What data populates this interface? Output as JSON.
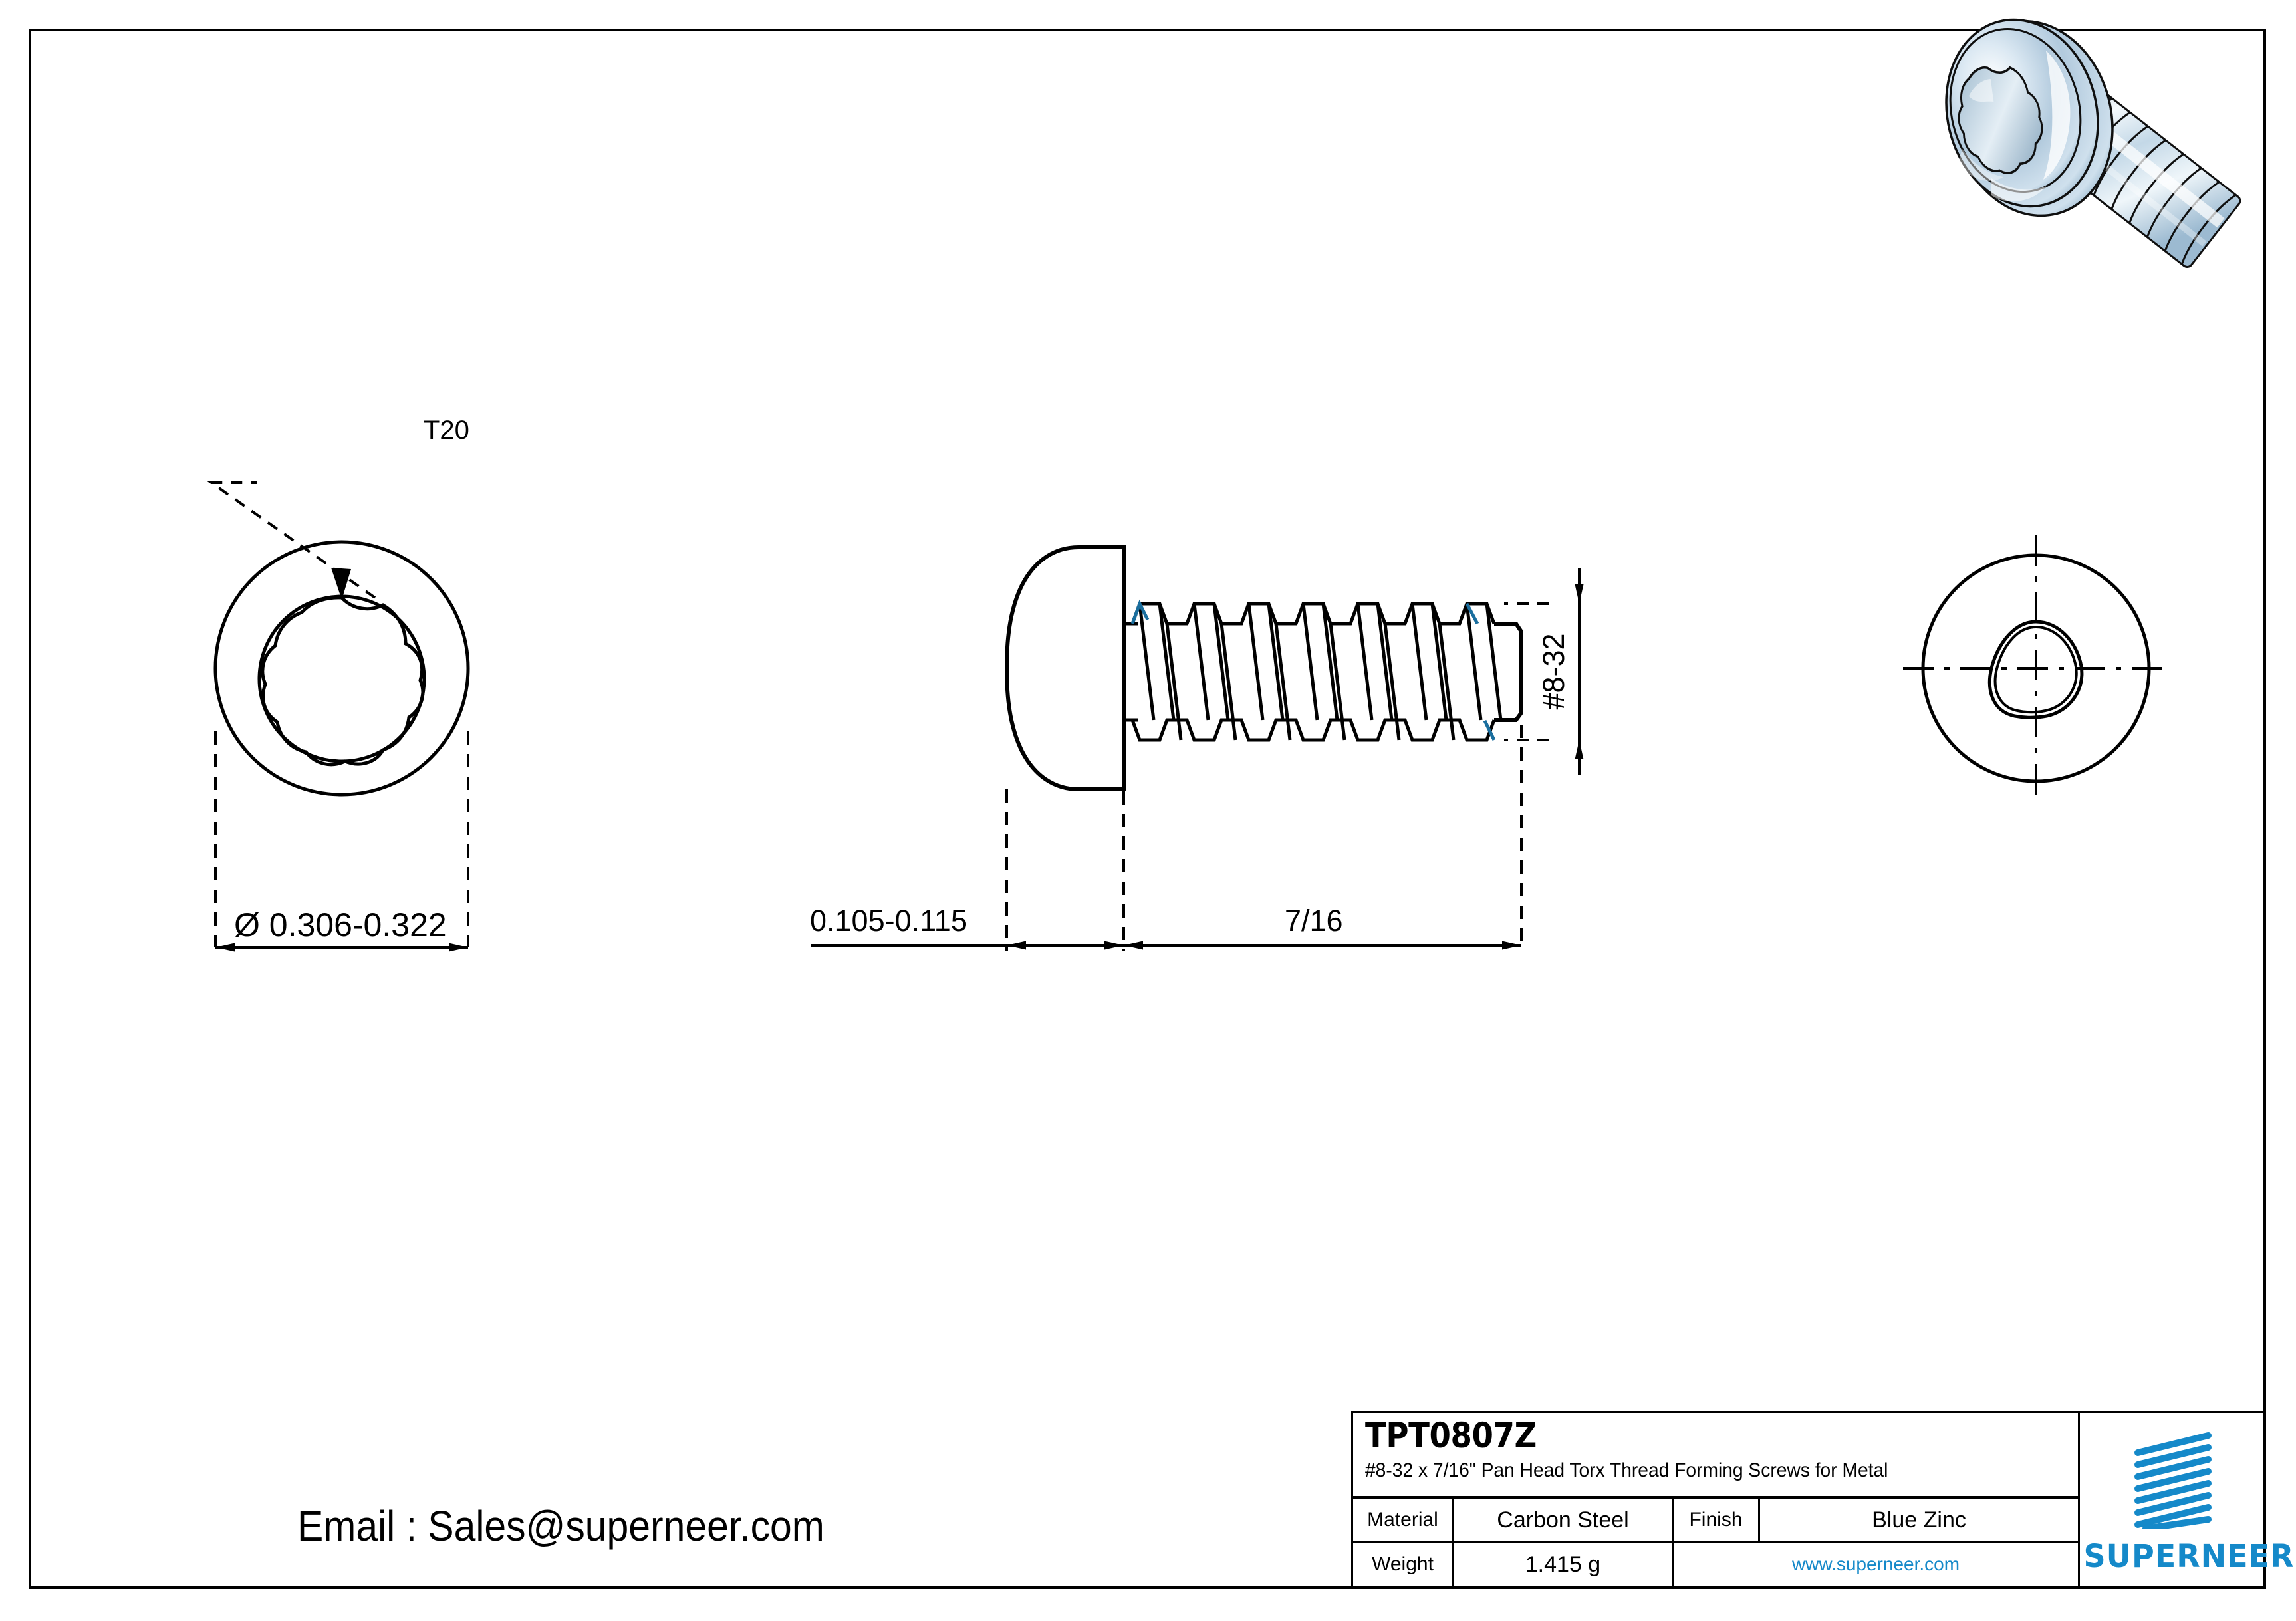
{
  "drawing": {
    "views": {
      "top_head_view": {
        "name": "torx-head-top-view",
        "drive_callout": "T20",
        "diameter_dim": "Ø  0.306-0.322",
        "diameter_symbol": "Ø",
        "diameter_value": "0.306-0.322",
        "lobes": 6
      },
      "side_view": {
        "name": "screw-side-view",
        "head_height_dim": "0.105-0.115",
        "length_dim": "7/16",
        "thread_dim": "#8-32",
        "thread_count": 15
      },
      "point_view": {
        "name": "trilobe-point-view",
        "shape": "trilobular"
      }
    }
  },
  "render": {
    "name": "screw-3d-render",
    "alt": "Blue zinc pan head torx thread forming screw"
  },
  "contact": {
    "email_line": "Email : Sales@superneer.com"
  },
  "titleblock": {
    "part_number": "TPT0807Z",
    "description": "#8-32 x 7/16\" Pan Head Torx Thread Forming Screws for Metal",
    "rows": [
      {
        "label": "Material",
        "value": "Carbon Steel",
        "label2": "Finish",
        "value2": "Blue Zinc"
      },
      {
        "label": "Weight",
        "value": "1.415 g",
        "url": "www.superneer.com"
      }
    ],
    "material_label": "Material",
    "material_value": "Carbon Steel",
    "finish_label": "Finish",
    "finish_value": "Blue Zinc",
    "weight_label": "Weight",
    "weight_value": "1.415 g",
    "website": "www.superneer.com"
  },
  "brand": {
    "name": "SUPERNEER",
    "accent_color": "#1589c9",
    "logo_stripes": 8
  },
  "colors": {
    "line": "#000000",
    "accent": "#1589c9",
    "background": "#ffffff",
    "metal_light": "#eaf1f7",
    "metal_mid": "#b9cfe0",
    "metal_dark": "#7fa3bd"
  }
}
